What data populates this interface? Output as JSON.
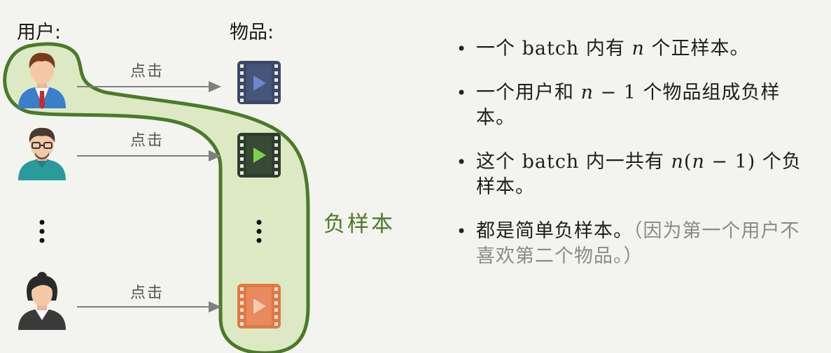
{
  "headers": {
    "users": "用户:",
    "items": "物品:"
  },
  "rows": [
    {
      "click_label": "点击",
      "avatar": "man-red-tie-icon",
      "video_color": "#3b4866",
      "play_color": "#6d86d0"
    },
    {
      "click_label": "点击",
      "avatar": "man-glasses-icon",
      "video_color": "#2e3d2c",
      "play_color": "#7fd14a"
    },
    {
      "click_label": "点击",
      "avatar": "woman-icon",
      "video_color": "#e07848",
      "play_color": "#f6cbb0"
    }
  ],
  "ellipsis": "⋮",
  "negative_label": "负样本",
  "bullets": [
    {
      "parts": [
        {
          "t": "一个 batch 内有 "
        },
        {
          "t": "n",
          "math": true
        },
        {
          "t": " 个正样本。"
        }
      ]
    },
    {
      "parts": [
        {
          "t": "一个用户和 "
        },
        {
          "t": "n",
          "math": true
        },
        {
          "t": " − 1 个物品组成负样本。"
        }
      ]
    },
    {
      "parts": [
        {
          "t": "这个 batch 内一共有 "
        },
        {
          "t": "n",
          "math": true
        },
        {
          "t": "("
        },
        {
          "t": "n",
          "math": true
        },
        {
          "t": " − 1) 个负样本。"
        }
      ]
    },
    {
      "parts": [
        {
          "t": "都是简单负样本。"
        },
        {
          "t": "（因为第一个用户不喜欢第二个物品。）",
          "gray": true
        }
      ]
    }
  ],
  "colors": {
    "lasso_fill": "#dce9c4",
    "lasso_stroke": "#4b7a2a",
    "arrow": "#7f7f7f",
    "text": "#1e1e1e",
    "secondary_text": "#8a8a8a"
  }
}
